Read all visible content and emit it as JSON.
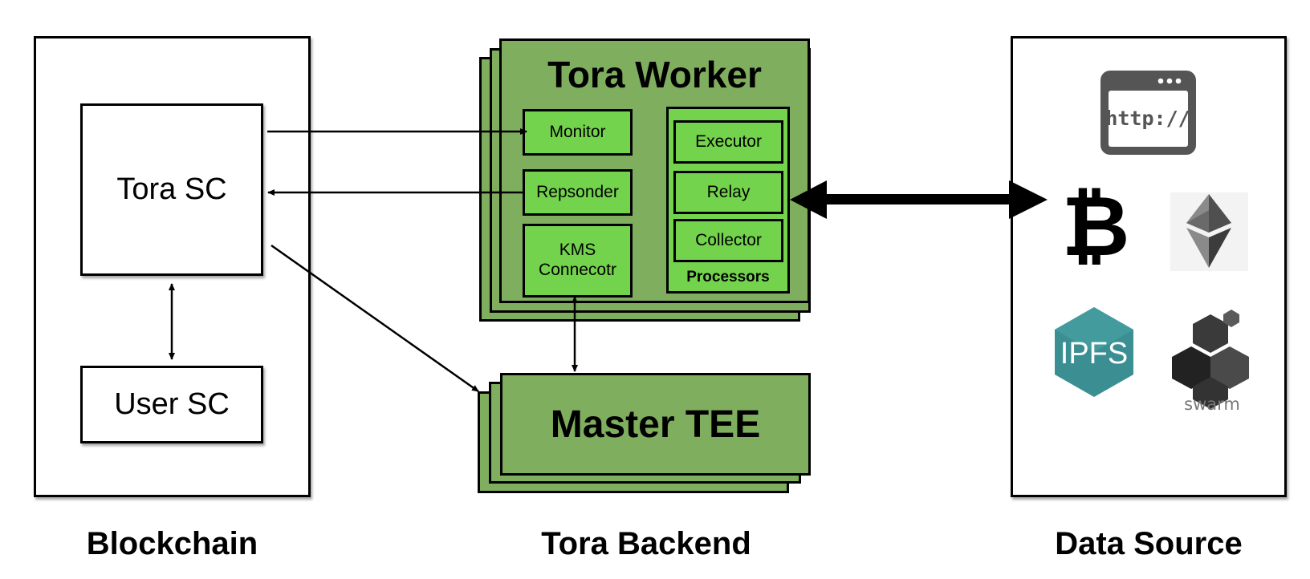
{
  "blockchain": {
    "caption": "Blockchain",
    "tora_sc": "Tora SC",
    "user_sc": "User SC"
  },
  "backend": {
    "caption": "Tora Backend",
    "worker": {
      "title": "Tora Worker",
      "modules": [
        "Monitor",
        "Repsonder",
        "KMS Connecotr"
      ],
      "processors": {
        "items": [
          "Executor",
          "Relay",
          "Collector"
        ],
        "label": "Processors"
      }
    },
    "master": "Master TEE"
  },
  "data_source": {
    "caption": "Data Source",
    "icons": {
      "http": {
        "name": "http-icon",
        "label": "http://"
      },
      "bitcoin": {
        "name": "bitcoin-icon",
        "label": "₿"
      },
      "ethereum": {
        "name": "ethereum-icon"
      },
      "ipfs": {
        "name": "ipfs-icon",
        "label": "IPFS"
      },
      "swarm": {
        "name": "swarm-icon",
        "label": "swarm"
      }
    }
  },
  "colors": {
    "stack_green": "#7fae5e",
    "box_green": "#73d34c",
    "ipfs_teal": "#3b8f92"
  }
}
